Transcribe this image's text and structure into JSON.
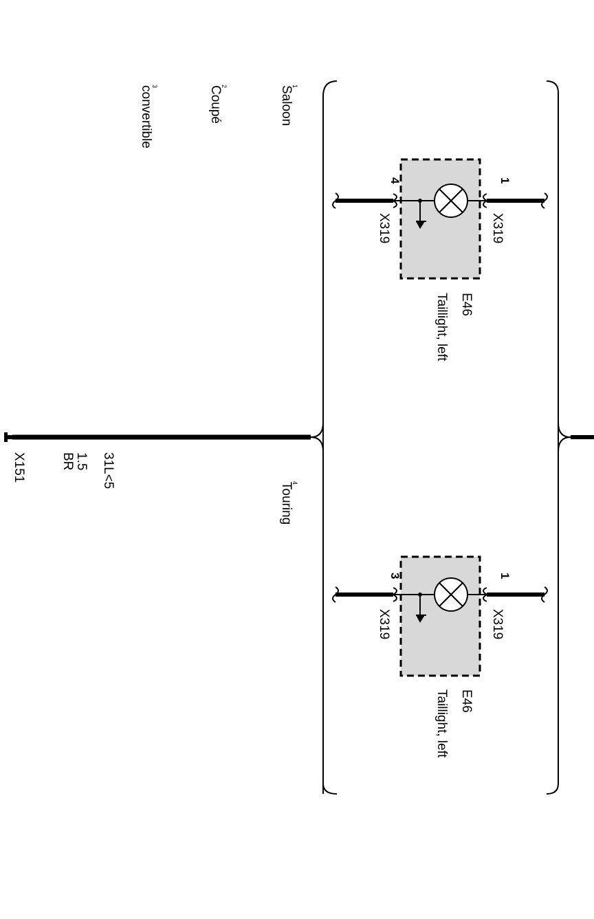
{
  "variants": {
    "saloon": "Saloon",
    "coupe": "Coupé",
    "convertible": "convertible",
    "touring": "Touring"
  },
  "variant_marks": {
    "saloon": "1",
    "coupe": "2",
    "convertible": "3",
    "touring": "4"
  },
  "lamp_upper": {
    "code": "E46",
    "name": "Taillight, left",
    "connector_top": "X319",
    "connector_bottom": "X319",
    "pin_top": "1",
    "pin_bottom": "4"
  },
  "lamp_lower": {
    "code": "E46",
    "name": "Taillight, left",
    "connector_top": "X319",
    "connector_bottom": "X319",
    "pin_top": "1",
    "pin_bottom": "3"
  },
  "wire": {
    "id": "31L<5",
    "cross_section": "1.5",
    "color": "BR",
    "ground": "X151"
  }
}
